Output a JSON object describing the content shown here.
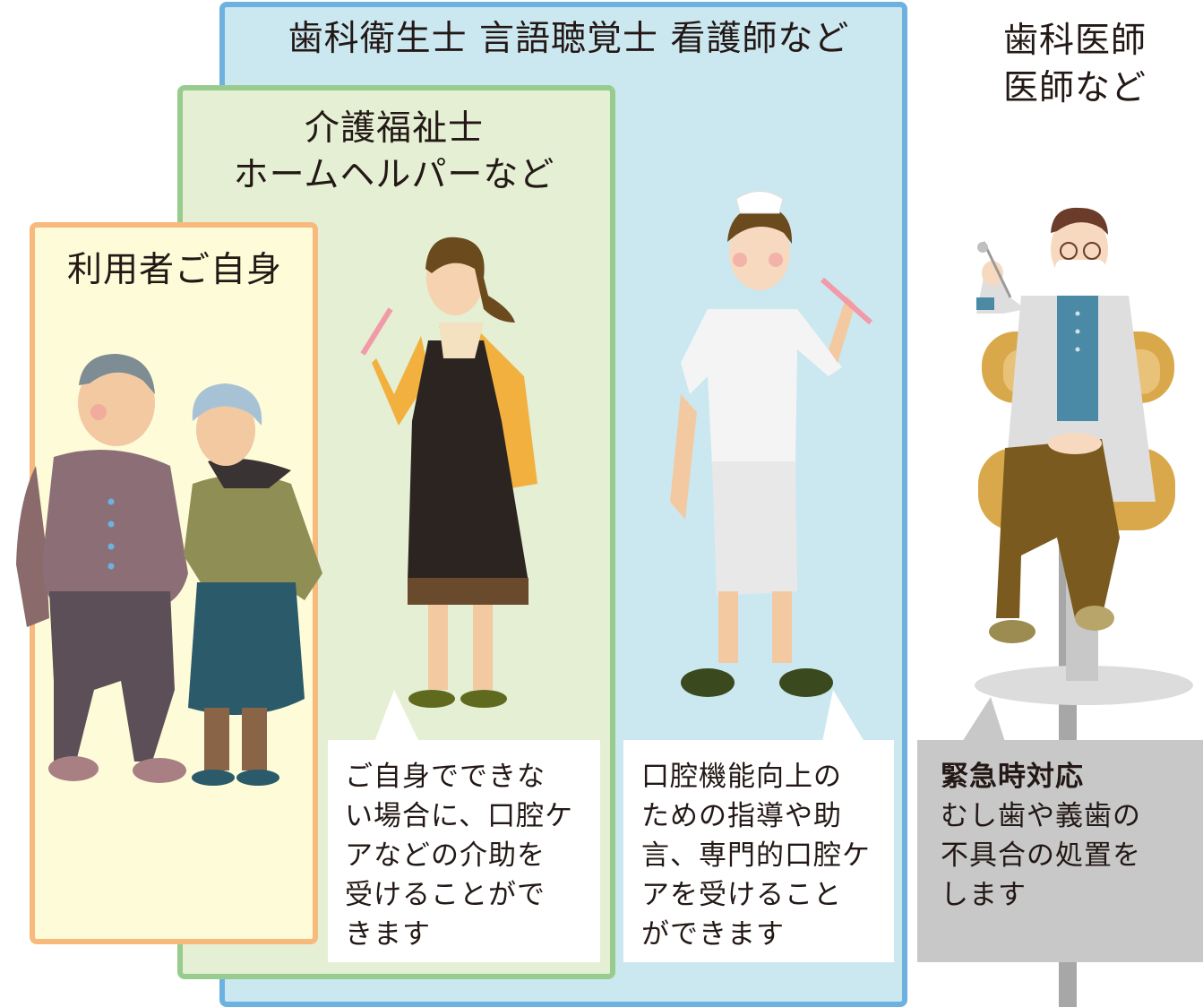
{
  "groups": {
    "dental_staff": {
      "title": "歯科衛生士 言語聴覚士 看護師など"
    },
    "care_staff": {
      "title_line1": "介護福祉士",
      "title_line2": "ホームヘルパーなど"
    },
    "user": {
      "title": "利用者ご自身"
    },
    "dentist": {
      "title_line1": "歯科医師",
      "title_line2": "医師など"
    }
  },
  "notes": {
    "helper": [
      "ご自身でできな",
      "い場合に、口腔ケ",
      "アなどの介助を",
      "受けることがで",
      "きます"
    ],
    "nurse": [
      "口腔機能向上の",
      "ための指導や助",
      "言、専門的口腔ケ",
      "アを受けること",
      "ができます"
    ],
    "dentist": {
      "heading": "緊急時対応",
      "lines": [
        "むし歯や義歯の",
        "不具合の処置を",
        "します"
      ]
    }
  },
  "colors": {
    "blue_fill": "#cbe8f0",
    "blue_border": "#6cb1e0",
    "green_fill": "#e4efd4",
    "green_border": "#98cc8e",
    "yellow_fill": "#fefbd8",
    "yellow_border": "#f7b97c",
    "dentist_box": "#c8c8c8"
  },
  "icons": [
    "elderly-man-illustration",
    "elderly-woman-illustration",
    "caregiver-illustration",
    "nurse-illustration",
    "dentist-illustration",
    "dental-chair-illustration"
  ]
}
